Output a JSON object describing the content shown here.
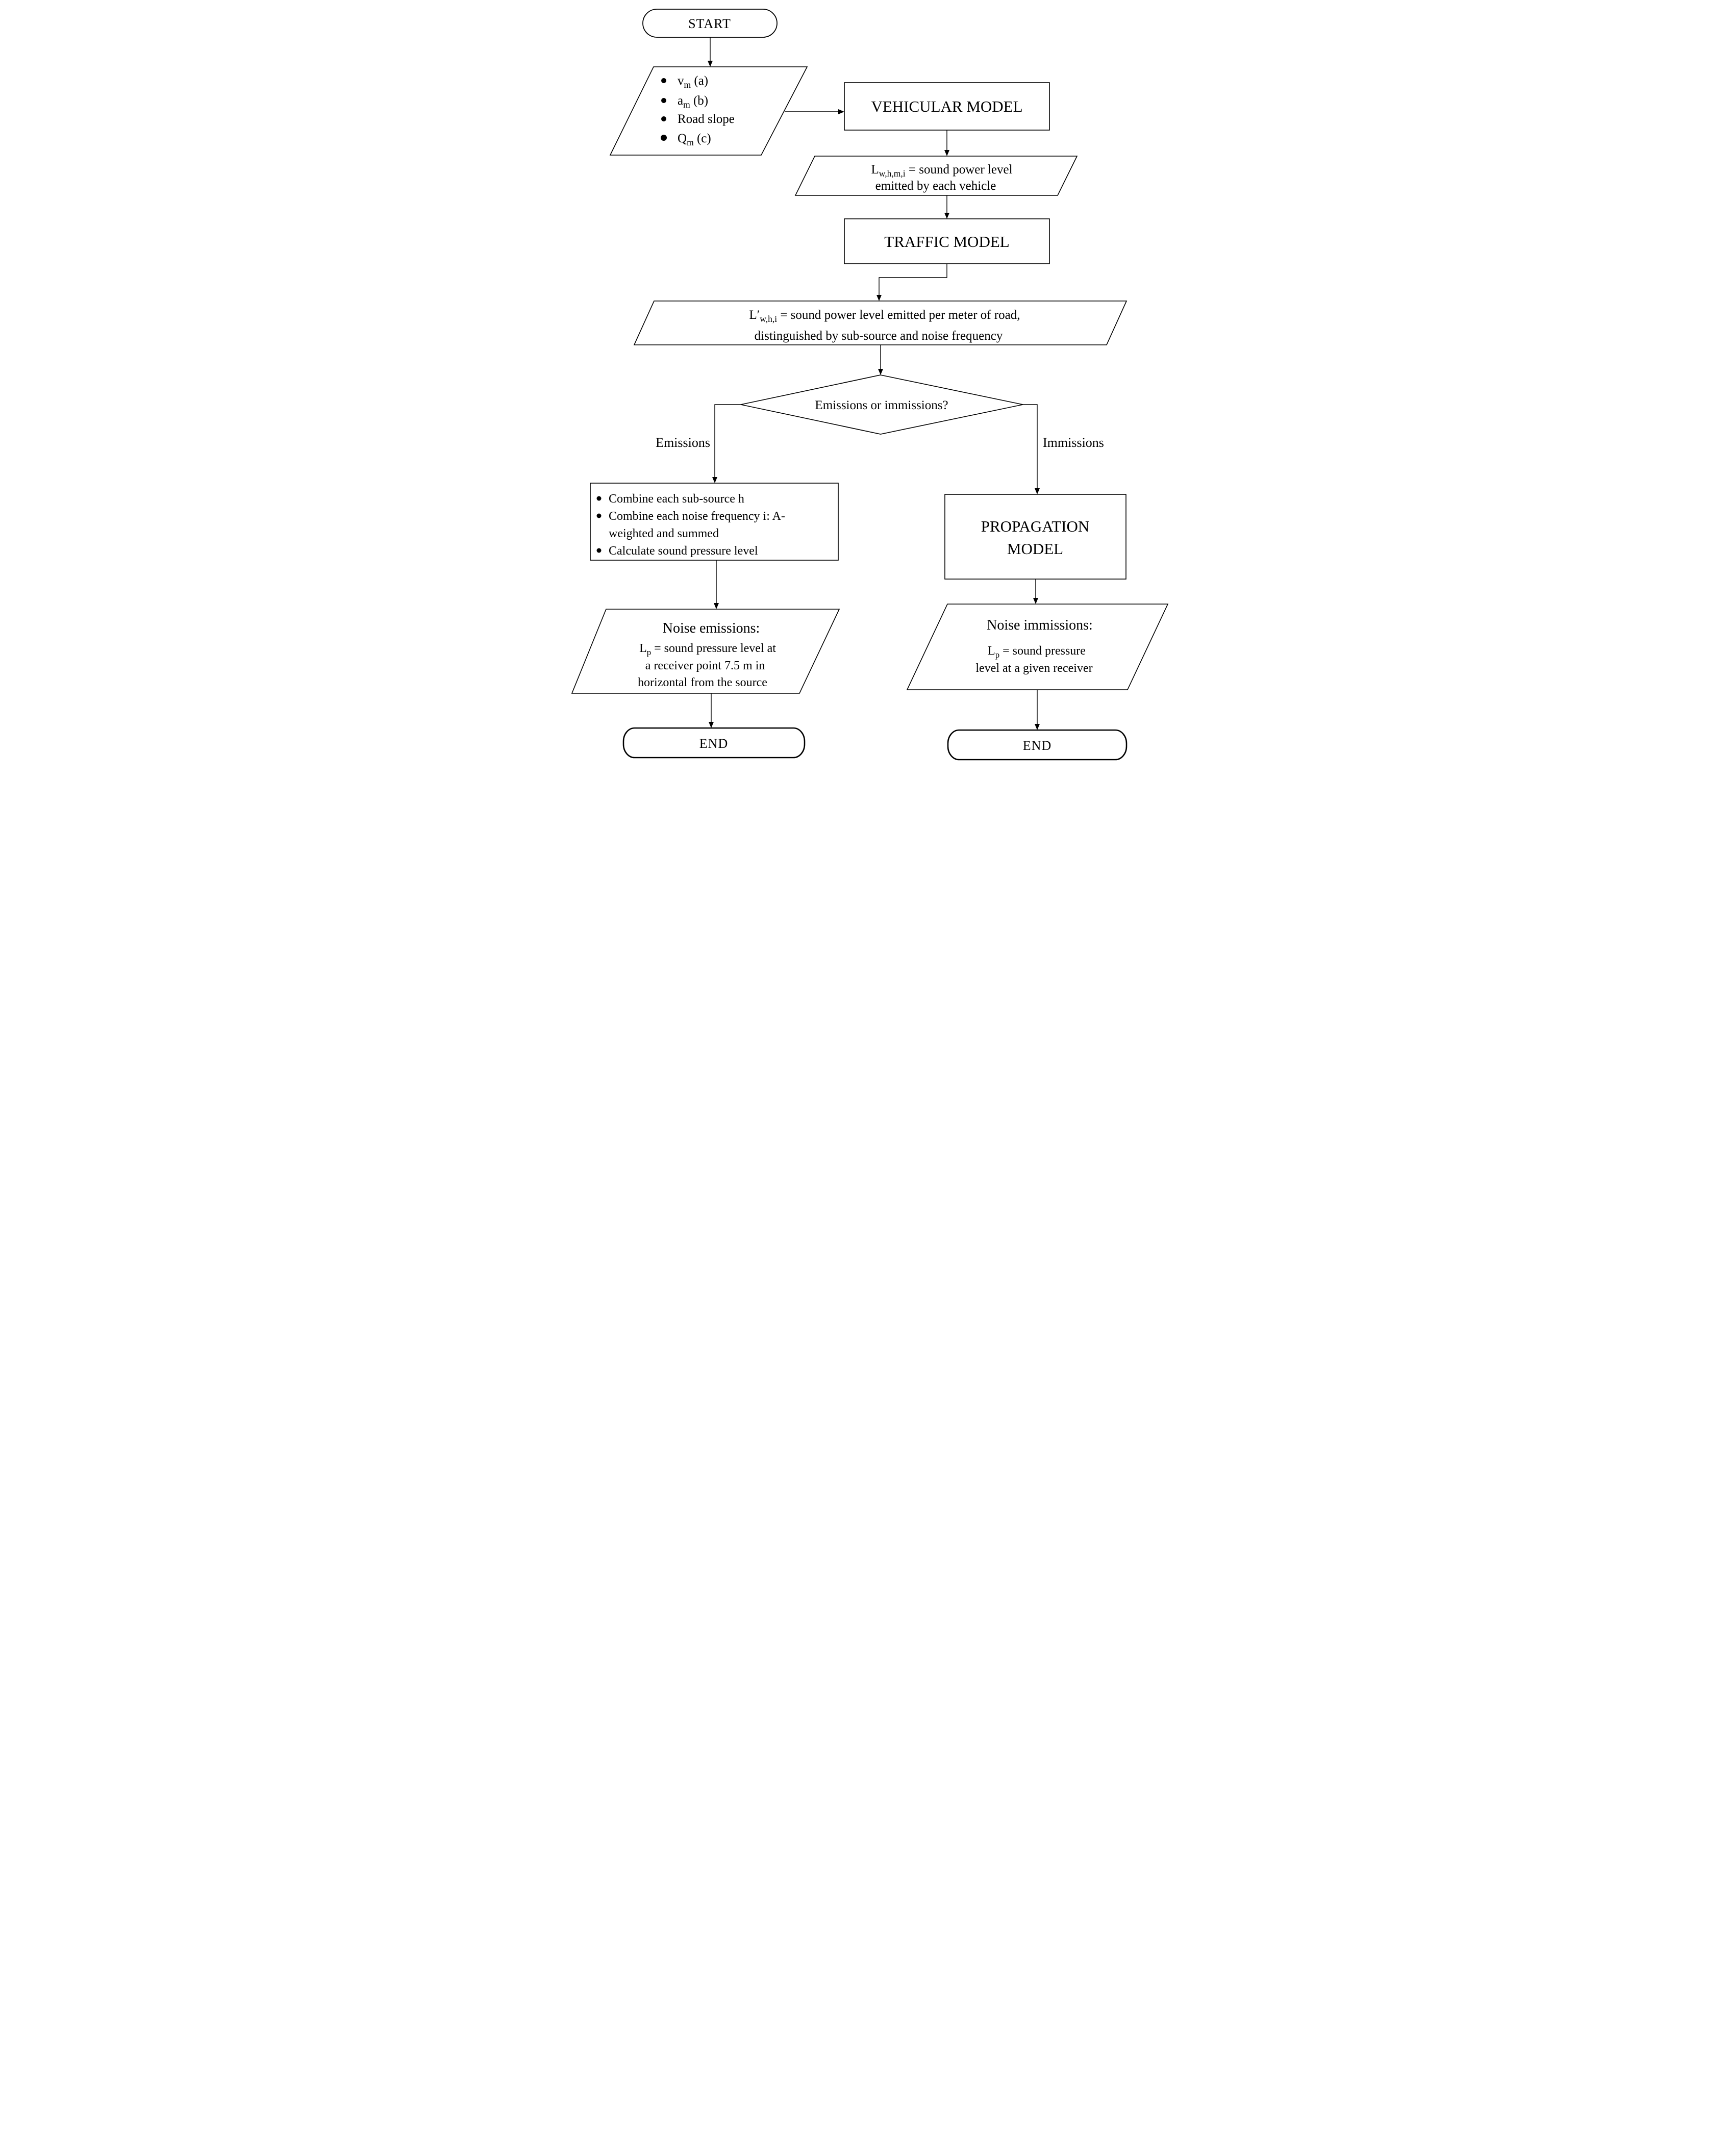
{
  "diagram": {
    "title": "Noise model flowchart",
    "colors": {
      "background": "#ffffff",
      "stroke": "#000000",
      "text": "#000000"
    },
    "nodes": {
      "start": {
        "label": "START"
      },
      "inputs": {
        "items": [
          {
            "main": "v",
            "sub": "m",
            "rest": " (a)"
          },
          {
            "main": "a",
            "sub": "m",
            "rest": " (b)"
          },
          {
            "main": "Road slope",
            "sub": "",
            "rest": ""
          },
          {
            "main": "Q",
            "sub": "m",
            "rest": " (c)"
          }
        ]
      },
      "vehicular_model": {
        "label": "VEHICULAR MODEL"
      },
      "sound_power_vehicle": {
        "main": "L",
        "sub": "w,h,m,i",
        "rest": " = sound power level",
        "line2": "emitted by each vehicle"
      },
      "traffic_model": {
        "label": "TRAFFIC MODEL"
      },
      "sound_power_meter": {
        "main": "L′",
        "sub": "w,h,i",
        "rest": " = sound power level emitted per meter of road,",
        "line2": "distinguished by sub-source and noise frequency"
      },
      "decision": {
        "label": "Emissions or immissions?"
      },
      "branch_emissions": {
        "label": "Emissions"
      },
      "branch_immissions": {
        "label": "Immissions"
      },
      "emissions_process": {
        "line1": "Combine each sub-source h",
        "line2": "Combine each noise frequency i: A-",
        "line3": "weighted and summed",
        "line4": "Calculate sound pressure level"
      },
      "noise_emissions": {
        "title": "Noise emissions:",
        "main": "L",
        "sub": "p",
        "rest": " = sound pressure level at",
        "line2": "a receiver point 7.5 m in",
        "line3": "horizontal from the source"
      },
      "propagation_model": {
        "line1": "PROPAGATION",
        "line2": "MODEL"
      },
      "noise_immissions": {
        "title": "Noise immissions:",
        "main": "L",
        "sub": "p",
        "rest": " = sound pressure",
        "line2": "level at a given receiver"
      },
      "end_left": {
        "label": "END"
      },
      "end_right": {
        "label": "END"
      }
    }
  }
}
